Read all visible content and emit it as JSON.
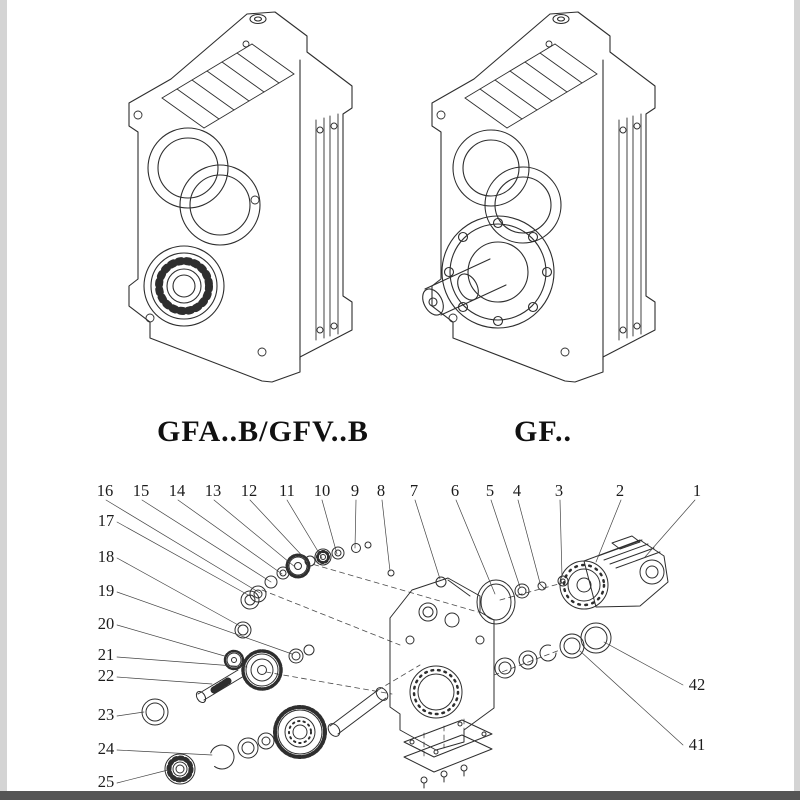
{
  "page": {
    "type": "gear-reducer-catalog-page",
    "left_model_label": "GFA..B/GFV..B",
    "right_model_label": "GF..",
    "colors": {
      "line": "#2e2e2e",
      "text": "#1c1c1c",
      "edge_band": "#d4d4d4",
      "bottom_band": "#555555"
    }
  },
  "exploded_view": {
    "description": "exploded parts diagram of parallel shaft gear reducer",
    "top_numbers": [
      "16",
      "15",
      "14",
      "13",
      "12",
      "11",
      "10",
      "9",
      "8",
      "7",
      "6",
      "5",
      "4",
      "3",
      "2",
      "1"
    ],
    "left_numbers": [
      "17",
      "18",
      "19",
      "20",
      "21",
      "22",
      "23",
      "24",
      "25"
    ],
    "right_numbers": [
      "42",
      "41"
    ]
  }
}
